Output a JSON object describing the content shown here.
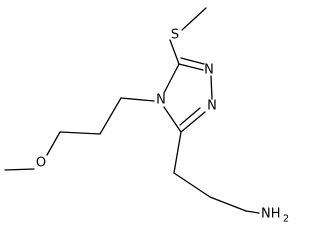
{
  "molecule": {
    "atoms": {
      "sulfur": "S",
      "ring_n1": "N",
      "ring_n2": "N",
      "ring_n4": "N",
      "ether_oxygen": "O",
      "amine_nitrogen": "NH",
      "amine_subscript": "2"
    }
  }
}
